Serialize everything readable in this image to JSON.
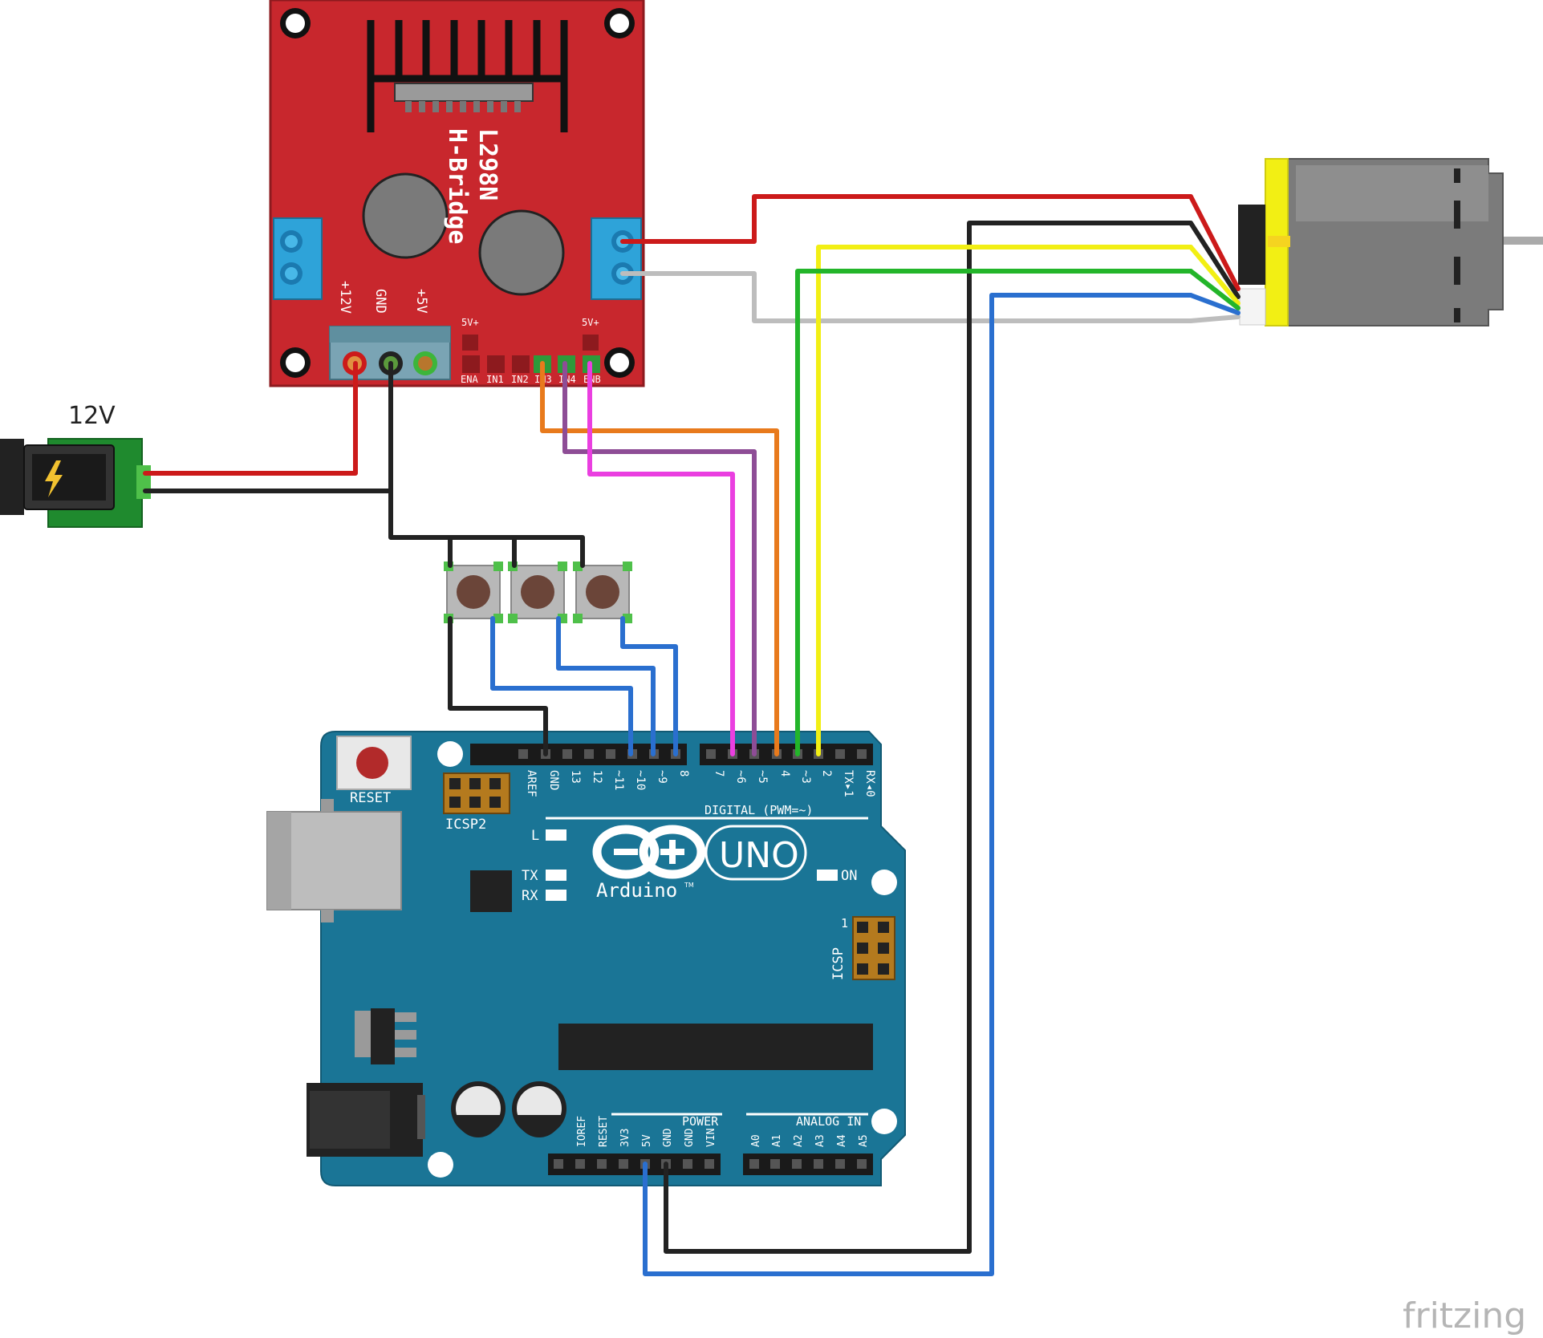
{
  "power_supply": {
    "label": "12V"
  },
  "l298n": {
    "title_line1": "L298N",
    "title_line2": "H-Bridge",
    "power_labels": [
      "+12V",
      "GND",
      "+5V"
    ],
    "pin_header_label": "5V+",
    "pin_header_label_right": "5V+",
    "control_pins": [
      "ENA",
      "IN1",
      "IN2",
      "IN3",
      "IN4",
      "ENB"
    ]
  },
  "arduino": {
    "reset_label": "RESET",
    "icsp2_label": "ICSP2",
    "icsp_label": "ICSP",
    "icsp_pin1": "1",
    "model": "UNO",
    "brand": "Arduino",
    "trademark": "TM",
    "led_labels": {
      "l": "L",
      "tx": "TX",
      "rx": "RX",
      "on": "ON"
    },
    "digital_label": "DIGITAL (PWM=~)",
    "top_pins": [
      "AREF",
      "GND",
      "13",
      "12",
      "~11",
      "~10",
      "~9",
      "8",
      "7",
      "~6",
      "~5",
      "4",
      "~3",
      "2",
      "TX▸1",
      "RX◂0"
    ],
    "power_label": "POWER",
    "analog_label": "ANALOG IN",
    "power_pins": [
      "IOREF",
      "RESET",
      "3V3",
      "5V",
      "GND",
      "GND",
      "VIN"
    ],
    "analog_pins": [
      "A0",
      "A1",
      "A2",
      "A3",
      "A4",
      "A5"
    ]
  },
  "watermark": "fritzing",
  "colors": {
    "board_red": "#c8272d",
    "arduino_teal": "#1a7596",
    "wire_red": "#cc1a1a",
    "wire_black": "#222222",
    "wire_blue": "#2a6fcf",
    "wire_orange": "#e87a1c",
    "wire_purple": "#8e4d96",
    "wire_magenta": "#ea3fe0",
    "wire_green": "#23b52a",
    "wire_yellow": "#f2ef14",
    "wire_white": "#bdbdbd"
  }
}
